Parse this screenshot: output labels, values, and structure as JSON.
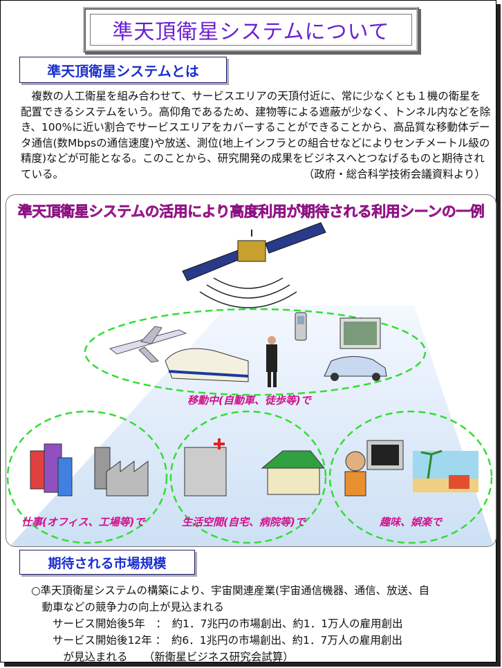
{
  "title": "準天頂衛星システムについて",
  "section1": {
    "heading": "準天頂衛星システムとは",
    "paragraph": "　複数の人工衛星を組み合わせて、サービスエリアの天頂付近に、常に少なくとも１機の衛星を配置できるシステムをいう。高仰角であるため、建物等による遮蔽が少なく、トンネル内などを除き、100%に近い割合でサービスエリアをカバーすることができることから、高品質な移動体データ通信(数Mbpsの通信速度)や放送、測位(地上インフラとの組合せなどによりセンチメートル級の精度)などが可能となる。このことから、研究開発の成果をビジネスへとつなげるものと期待されている。",
    "source": "（政府・総合科学技術会議資料より）"
  },
  "diagram": {
    "title": "準天頂衛星システムの活用により高度利用が期待される利用シーンの一例",
    "scenes": {
      "moving": "移動中(自動車、徒歩等)で",
      "work": "仕事(オフィス、工場等)で",
      "living": "生活空間(自宅、病院等)で",
      "hobby": "趣味、娯楽で"
    }
  },
  "section2": {
    "heading": "期待される市場規模",
    "lines": [
      "○準天頂衛星システムの構築により、宇宙関連産業(宇宙通信機器、通信、放送、自",
      "　動車などの競争力の向上が見込まれる",
      "　　サービス開始後5年　：　約1．7兆円の市場創出、約1．1万人の雇用創出",
      "　　サービス開始後12年 ：　約6．1兆円の市場創出、約1．7万人の雇用創出",
      "　　　が見込まれる　　（新衛星ビジネス研究会試算）"
    ]
  },
  "colors": {
    "title": "#6a1fd0",
    "heading": "#1a2fd0",
    "scene_label": "#d0108a",
    "ellipse": "#33dd33",
    "diagram_title": "#ee30d0"
  }
}
